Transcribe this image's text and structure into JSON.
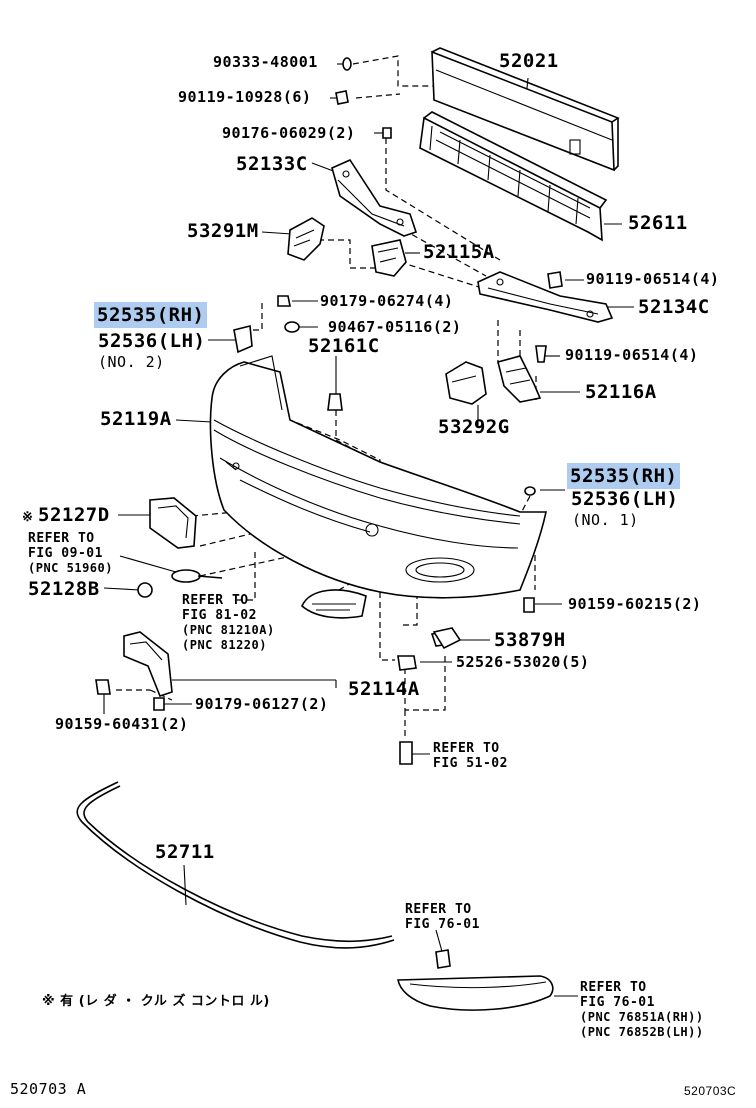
{
  "labels": {
    "p90333": "90333-48001",
    "p52021": "52021",
    "p90119a": "90119-10928(6)",
    "p90176": "90176-06029(2)",
    "p52133c": "52133C",
    "p52611": "52611",
    "p53291m": "53291M",
    "p52115a": "52115A",
    "p90119b": "90119-06514(4)",
    "p52134c": "52134C",
    "p90179a": "90179-06274(4)",
    "p90467": "90467-05116(2)",
    "p52535rh_top": "52535(RH)",
    "p52536lh_top": "52536(LH)",
    "no2": "(NO. 2)",
    "p52161c": "52161C",
    "p90119c": "90119-06514(4)",
    "p52119a": "52119A",
    "p52116a": "52116A",
    "p53292g": "53292G",
    "p52535rh_right": "52535(RH)",
    "p52536lh_right": "52536(LH)",
    "no1": "(NO. 1)",
    "p52127d": "52127D",
    "p52127d_mark": "※",
    "p52128b": "52128B",
    "p90159a": "90159-60215(2)",
    "p53879h": "53879H",
    "p52526": "52526-53020(5)",
    "p52114a": "52114A",
    "p90179b": "90179-06127(2)",
    "p90159b": "90159-60431(2)",
    "p52711": "52711"
  },
  "refs": {
    "fig09": [
      "REFER TO",
      "FIG 09-01",
      "(PNC 51960)"
    ],
    "fig81": [
      "REFER TO",
      "FIG 81-02",
      "(PNC 81210A)",
      "(PNC 81220)"
    ],
    "fig51": [
      "REFER TO",
      "FIG 51-02"
    ],
    "fig76a": [
      "REFER TO",
      "FIG 76-01"
    ],
    "fig76b": [
      "REFER TO",
      "FIG 76-01",
      "(PNC 76851A(RH))",
      "(PNC 76852B(LH))"
    ]
  },
  "note": "※ 有 (レ ダ ・ クル ズ コントロ ル)",
  "footer": {
    "left": "520703 A",
    "right": "520703C"
  },
  "colors": {
    "highlight": "#aeccef",
    "ink": "#000000"
  }
}
